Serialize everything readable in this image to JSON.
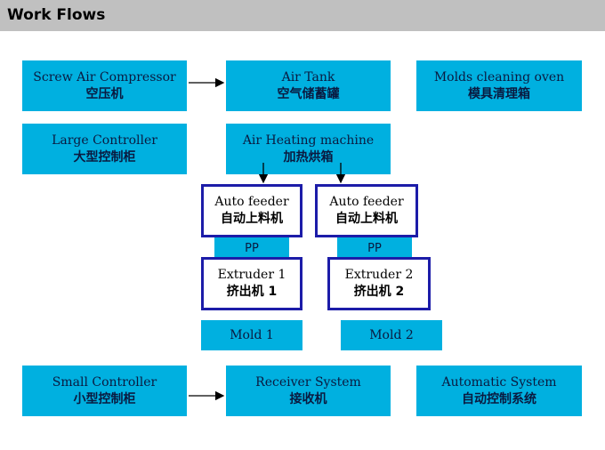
{
  "header": {
    "title": "Work Flows"
  },
  "boxes": {
    "screw_air_compressor": {
      "en": "Screw Air Compressor",
      "zh": "空压机"
    },
    "air_tank": {
      "en": "Air Tank",
      "zh": "空气储蓄罐"
    },
    "molds_cleaning_oven": {
      "en": "Molds cleaning oven",
      "zh": "模具清理箱"
    },
    "large_controller": {
      "en": "Large Controller",
      "zh": "大型控制柜"
    },
    "air_heating_machine": {
      "en": "Air Heating machine",
      "zh": "加热烘箱"
    },
    "auto_feeder_1": {
      "en": "Auto feeder",
      "zh": "自动上料机"
    },
    "auto_feeder_2": {
      "en": "Auto feeder",
      "zh": "自动上料机"
    },
    "pp_1": {
      "label": "PP"
    },
    "pp_2": {
      "label": "PP"
    },
    "extruder_1": {
      "en": "Extruder 1",
      "zh": "挤出机 1"
    },
    "extruder_2": {
      "en": "Extruder 2",
      "zh": "挤出机 2"
    },
    "mold_1": {
      "label": "Mold 1"
    },
    "mold_2": {
      "label": "Mold 2"
    },
    "small_controller": {
      "en": "Small Controller",
      "zh": "小型控制柜"
    },
    "receiver_system": {
      "en": "Receiver System",
      "zh": "接收机"
    },
    "automatic_system": {
      "en": "Automatic System",
      "zh": "自动控制系统"
    }
  },
  "colors": {
    "box_fill": "#00b0e0",
    "box_border": "#1c1ca8",
    "header_bg": "#c0c0c0"
  }
}
